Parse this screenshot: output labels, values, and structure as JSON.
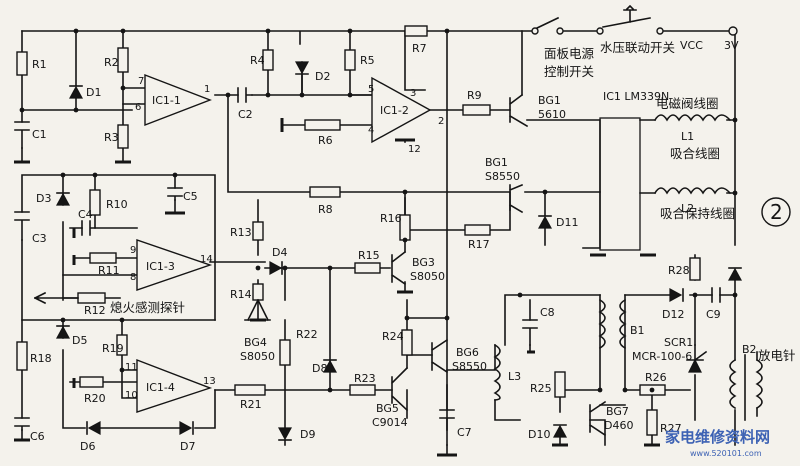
{
  "diagram": {
    "panel_number": "2",
    "vcc": {
      "label": "VCC",
      "voltage": "3V"
    },
    "switches": {
      "panel": [
        "面板电源",
        "控制开关"
      ],
      "water": "水压联动开关"
    },
    "ics": {
      "ic1_1": "IC1-1",
      "ic1_2": "IC1-2",
      "ic1_3": "IC1-3",
      "ic1_4": "IC1-4",
      "ic_box": "IC1 LM339N"
    },
    "pins": {
      "p7": "7",
      "p6": "6",
      "p1": "1",
      "p5": "5",
      "p3": "3",
      "p4": "4",
      "p2": "2",
      "p12": "12",
      "p9": "9",
      "p8": "8",
      "p14": "14",
      "p11": "11",
      "p10": "10",
      "p13": "13"
    },
    "resistors": {
      "r1": "R1",
      "r2": "R2",
      "r3": "R3",
      "r4": "R4",
      "r5": "R5",
      "r6": "R6",
      "r7": "R7",
      "r8": "R8",
      "r9": "R9",
      "r10": "R10",
      "r11": "R11",
      "r12": "R12",
      "r13": "R13",
      "r14": "R14",
      "r15": "R15",
      "r16": "R16",
      "r17": "R17",
      "r18": "R18",
      "r19": "R19",
      "r20": "R20",
      "r21": "R21",
      "r22": "R22",
      "r23": "R23",
      "r24": "R24",
      "r25": "R25",
      "r26": "R26",
      "r27": "R27",
      "r28": "R28"
    },
    "capacitors": {
      "c1": "C1",
      "c2": "C2",
      "c3": "C3",
      "c4": "C4",
      "c5": "C5",
      "c6": "C6",
      "c7": "C7",
      "c8": "C8",
      "c9": "C9"
    },
    "diodes": {
      "d1": "D1",
      "d2": "D2",
      "d3": "D3",
      "d4": "D4",
      "d5": "D5",
      "d6": "D6",
      "d7": "D7",
      "d8": "D8",
      "d9": "D9",
      "d10": "D10",
      "d11": "D11",
      "d12": "D12"
    },
    "transistors": {
      "bg1_top": {
        "name": "BG1",
        "part": "5610"
      },
      "bg1_mid": {
        "name": "BG1",
        "part": "S8550"
      },
      "bg3": {
        "name": "BG3",
        "part": "S8050"
      },
      "bg4": {
        "name": "BG4",
        "part": "S8050"
      },
      "bg5": {
        "name": "BG5",
        "part": "C9014"
      },
      "bg6": {
        "name": "BG6",
        "part": "S8550"
      },
      "bg7": {
        "name": "BG7",
        "part": "D460"
      }
    },
    "scr": {
      "name": "SCR1",
      "part": "MCR-100-6"
    },
    "coils": {
      "l1": "L1",
      "l2": "L2",
      "l3": "L3",
      "b1": "B1",
      "b2": "B2",
      "l1_desc": "电磁阀线圈",
      "l1_sub": "吸合线圈",
      "l2_sub": "吸合保持线圈"
    },
    "labels": {
      "flame_probe": "熄火感测探针",
      "spark_needle": "放电针"
    },
    "watermark": {
      "text": "家电维修资料网",
      "url": "www.520101.com"
    }
  }
}
